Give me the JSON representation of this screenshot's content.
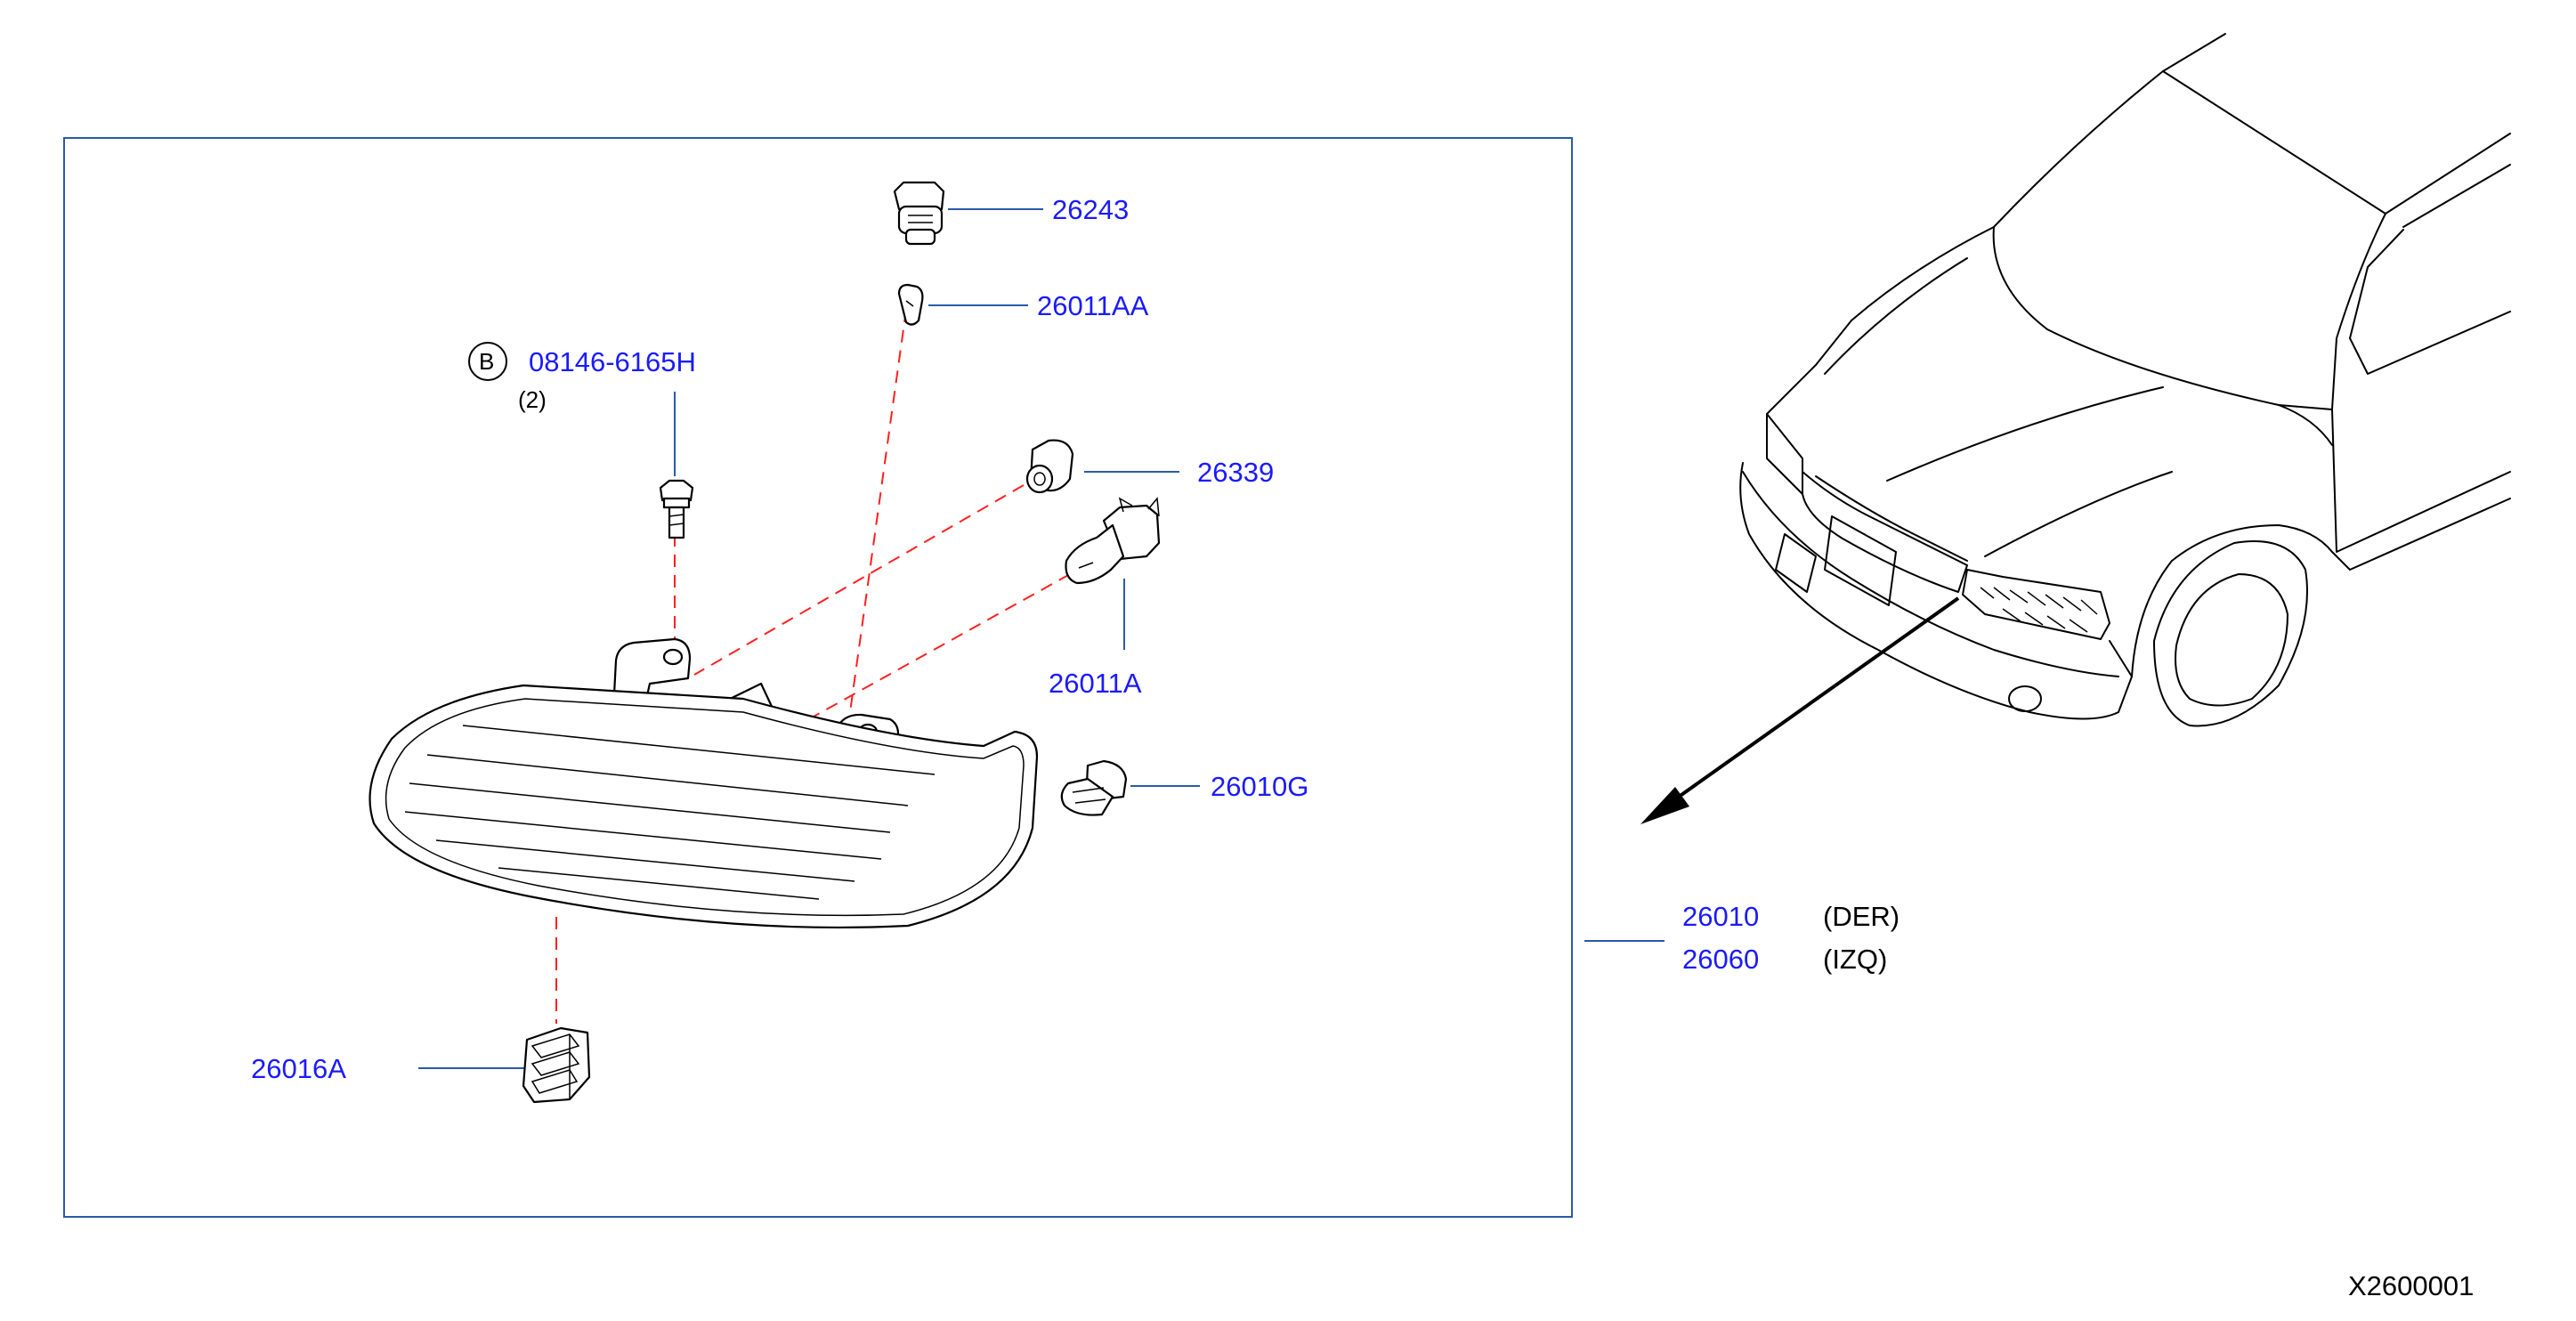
{
  "diagram_id": "X2600001",
  "parts": {
    "p26243": "26243",
    "p26011AA": "26011AA",
    "p08146": "08146-6165H",
    "p08146_qty": "(2)",
    "p08146_badge": "B",
    "p26339": "26339",
    "p26011A": "26011A",
    "p26010G": "26010G",
    "p26016A": "26016A",
    "assembly_right": "26010",
    "assembly_right_side": "(DER)",
    "assembly_left": "26060",
    "assembly_left_side": "(IZQ)"
  },
  "colors": {
    "callout_text": "#1a1aff",
    "leader_line": "#2a5aa8",
    "dashed_guide": "#ff2020",
    "frame": "#2a5aa8"
  }
}
